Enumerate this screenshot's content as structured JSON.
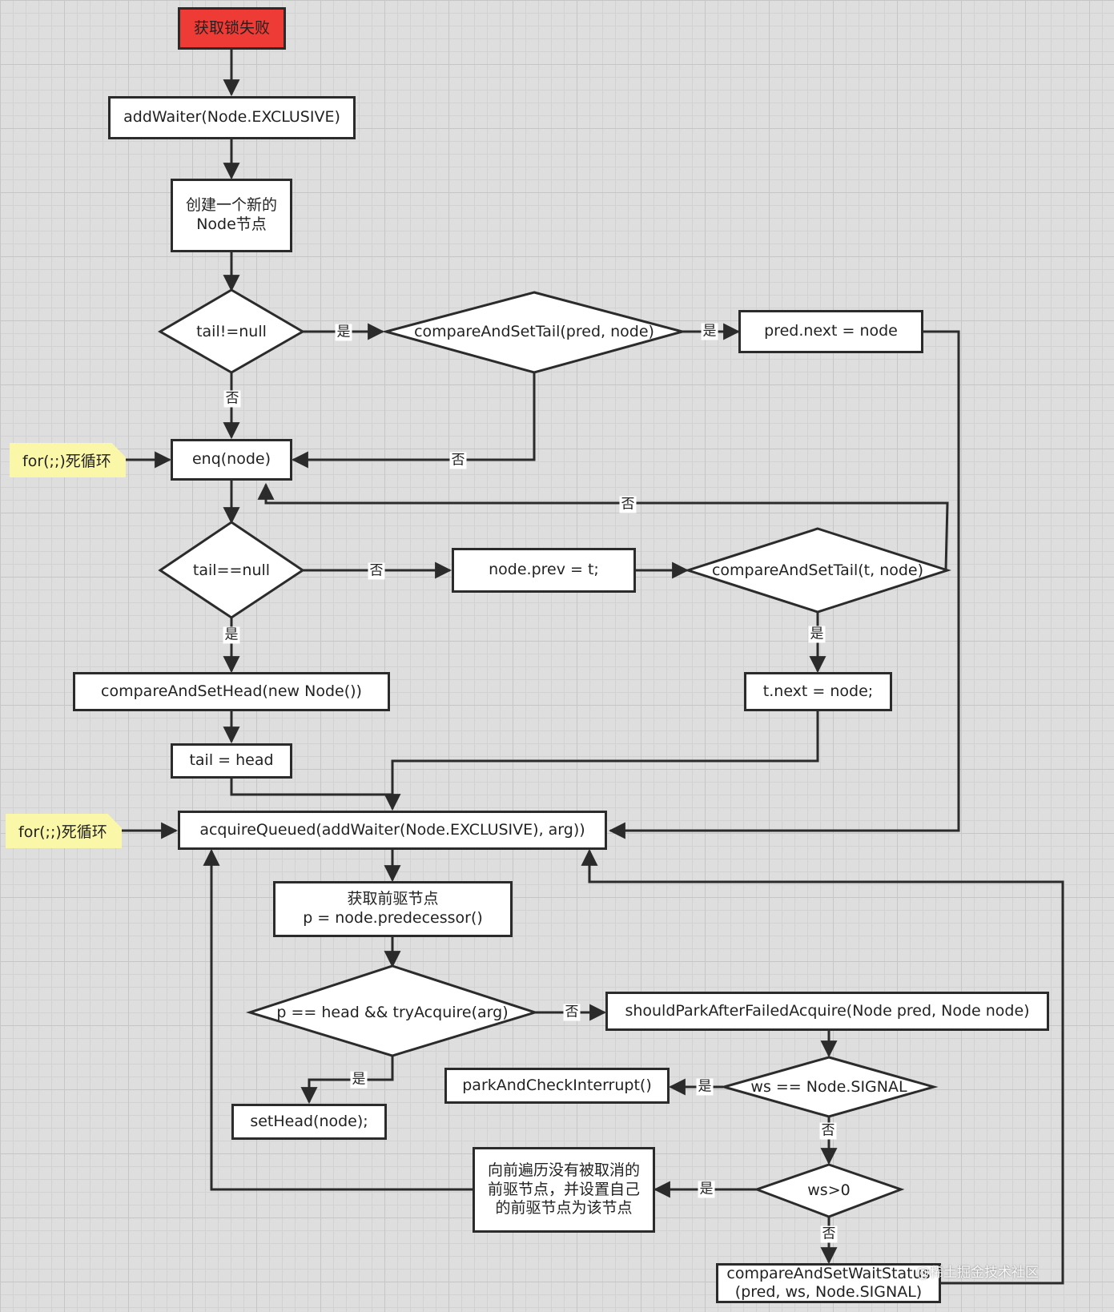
{
  "nodes": {
    "start": "获取锁失败",
    "add_waiter": "addWaiter(Node.EXCLUSIVE)",
    "create_node": "创建一个新的\nNode节点",
    "tail_not_null": "tail!=null",
    "cas_tail_pred": "compareAndSetTail(pred, node)",
    "pred_next": "pred.next = node",
    "enq": "enq(node)",
    "tail_is_null": "tail==null",
    "node_prev": "node.prev = t;",
    "cas_tail_t": "compareAndSetTail(t, node)",
    "cas_head": "compareAndSetHead(new Node())",
    "t_next": "t.next = node;",
    "tail_head": "tail = head",
    "acquire_queued": "acquireQueued(addWaiter(Node.EXCLUSIVE), arg))",
    "get_pred": "获取前驱节点\np = node.predecessor()",
    "p_head_try": "p == head && tryAcquire(arg)",
    "should_park": "shouldParkAfterFailedAcquire(Node pred, Node node)",
    "park_check": "parkAndCheckInterrupt()",
    "ws_signal": "ws == Node.SIGNAL",
    "set_head": "setHead(node);",
    "traverse": "向前遍历没有被取消的\n前驱节点，并设置自己\n的前驱节点为该节点",
    "ws_gt0": "ws>0",
    "cas_wait_status": "compareAndSetWaitStatus\n(pred, ws, Node.SIGNAL)"
  },
  "edge_labels": {
    "yes": "是",
    "no": "否"
  },
  "notes": {
    "enq_loop": "for(;;)死循环",
    "acquire_loop": "for(;;)死循环"
  },
  "watermark": "@稀土掘金技术社区",
  "colors": {
    "start_fill": "#ee3b35",
    "note_fill": "#fbf7a8",
    "line": "#2b2b2b"
  }
}
